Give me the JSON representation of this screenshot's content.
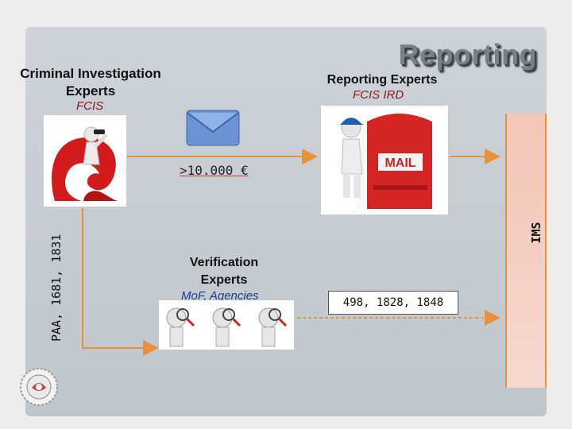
{
  "title": "Reporting",
  "left_group": {
    "heading": "Criminal Investigation Experts",
    "sub": "FCIS"
  },
  "right_group": {
    "heading": "Reporting Experts",
    "sub": "FCIS IRD"
  },
  "verification": {
    "heading": "Verification Experts",
    "sub": "MoF, Agencies"
  },
  "threshold": ">10.000 €",
  "vertical_label": "PAA, 1681, 1831",
  "ims_label": "IMS",
  "codes_box": "498, 1828, 1848",
  "mailbox_text": "MAIL",
  "colors": {
    "arrow": "#e8903c",
    "sub_text": "#8a1818",
    "ims_fill": "#f6d0c4"
  },
  "icons": [
    "envelope-icon",
    "mailbox-icon",
    "seal-icon",
    "magnifier-icon"
  ]
}
